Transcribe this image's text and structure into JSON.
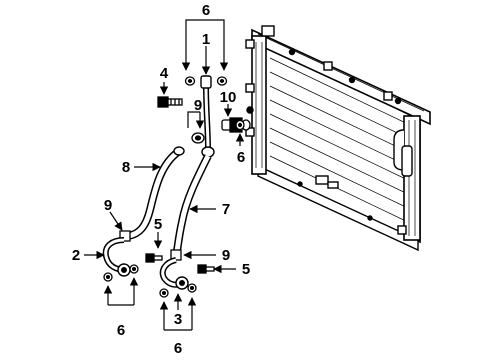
{
  "callouts": [
    {
      "id": "c6-top",
      "text": "6"
    },
    {
      "id": "c1",
      "text": "1"
    },
    {
      "id": "c4",
      "text": "4"
    },
    {
      "id": "c9-upper",
      "text": "9"
    },
    {
      "id": "c10",
      "text": "10"
    },
    {
      "id": "c6-mid",
      "text": "6"
    },
    {
      "id": "c8",
      "text": "8"
    },
    {
      "id": "c9-left",
      "text": "9"
    },
    {
      "id": "c7",
      "text": "7"
    },
    {
      "id": "c5-left",
      "text": "5"
    },
    {
      "id": "c2",
      "text": "2"
    },
    {
      "id": "c9-right",
      "text": "9"
    },
    {
      "id": "c5-right",
      "text": "5"
    },
    {
      "id": "c3",
      "text": "3"
    },
    {
      "id": "c6-bottom-left",
      "text": "6"
    },
    {
      "id": "c6-bottom-right",
      "text": "6"
    }
  ]
}
